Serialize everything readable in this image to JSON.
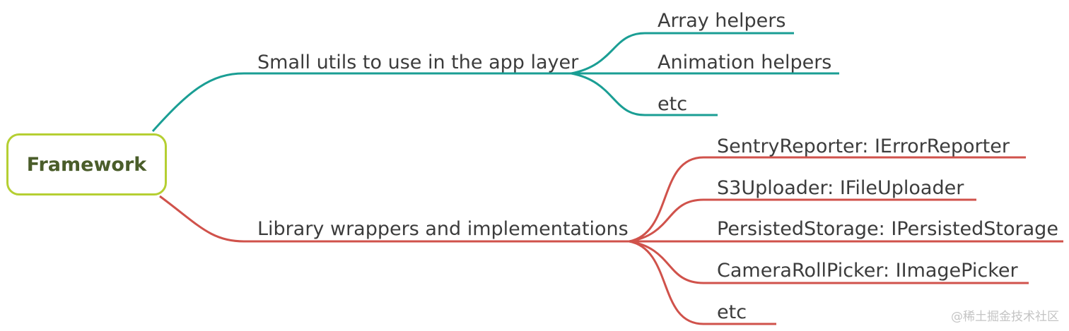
{
  "root": {
    "label": "Framework"
  },
  "branches": [
    {
      "label": "Small utils to use in the app layer",
      "color": "#1a9e94",
      "children": [
        "Array helpers",
        "Animation helpers",
        "etc"
      ]
    },
    {
      "label": "Library wrappers and implementations",
      "color": "#d0524b",
      "children": [
        "SentryReporter: IErrorReporter",
        "S3Uploader: IFileUploader",
        "PersistedStorage: IPersistedStorage",
        "CameraRollPicker: IImagePicker",
        "etc"
      ]
    }
  ],
  "root_border_color": "#b5cf32",
  "watermark": "@稀土掘金技术社区"
}
